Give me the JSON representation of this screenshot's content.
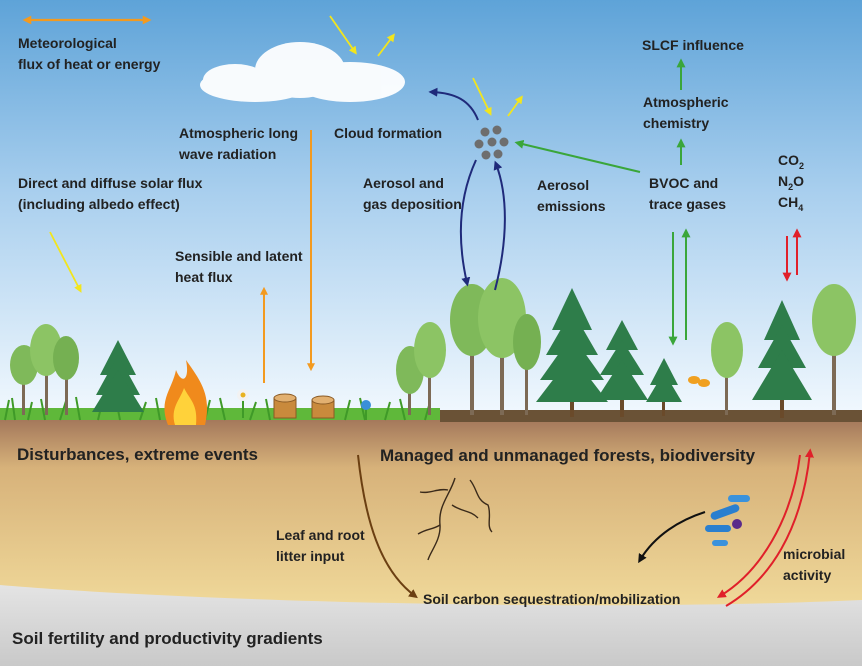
{
  "labels": {
    "meteorological": [
      "Meteorological",
      "flux of heat or energy"
    ],
    "atmospheric_long": [
      "Atmospheric long",
      "wave radiation"
    ],
    "cloud_formation": "Cloud formation",
    "slcf": "SLCF influence",
    "atmospheric_chemistry": [
      "Atmospheric",
      "chemistry"
    ],
    "direct_solar": [
      "Direct and diffuse solar flux",
      "(including albedo effect)"
    ],
    "aerosol_gas_deposition": [
      "Aerosol and",
      "gas deposition"
    ],
    "aerosol_emissions": [
      "Aerosol",
      "emissions"
    ],
    "bvoc": [
      "BVOC and",
      "trace gases"
    ],
    "sensible_latent": [
      "Sensible and latent",
      "heat flux"
    ],
    "disturbances": "Disturbances, extreme events",
    "managed_forests": "Managed and unmanaged forests, biodiversity",
    "leaf_root": [
      "Leaf and root",
      "litter input"
    ],
    "microbial": [
      "microbial",
      "activity"
    ],
    "soil_carbon": "Soil carbon sequestration/mobilization",
    "soil_fertility": "Soil fertility and productivity gradients"
  },
  "gases": {
    "co2": {
      "base": "CO",
      "sub": "2"
    },
    "n2o": {
      "base": "N",
      "sub": "2",
      "tail": "O"
    },
    "ch4": {
      "base": "CH",
      "sub": "4"
    }
  },
  "colors": {
    "heat_flux": "#f39a1f",
    "solar": "#f2e51d",
    "deposition": "#1f2a7a",
    "emissions": "#3aa63a",
    "greenhouse": "#e0202a",
    "soil_carbon": "#6b3f12",
    "microbial_arrow": "#111111"
  }
}
